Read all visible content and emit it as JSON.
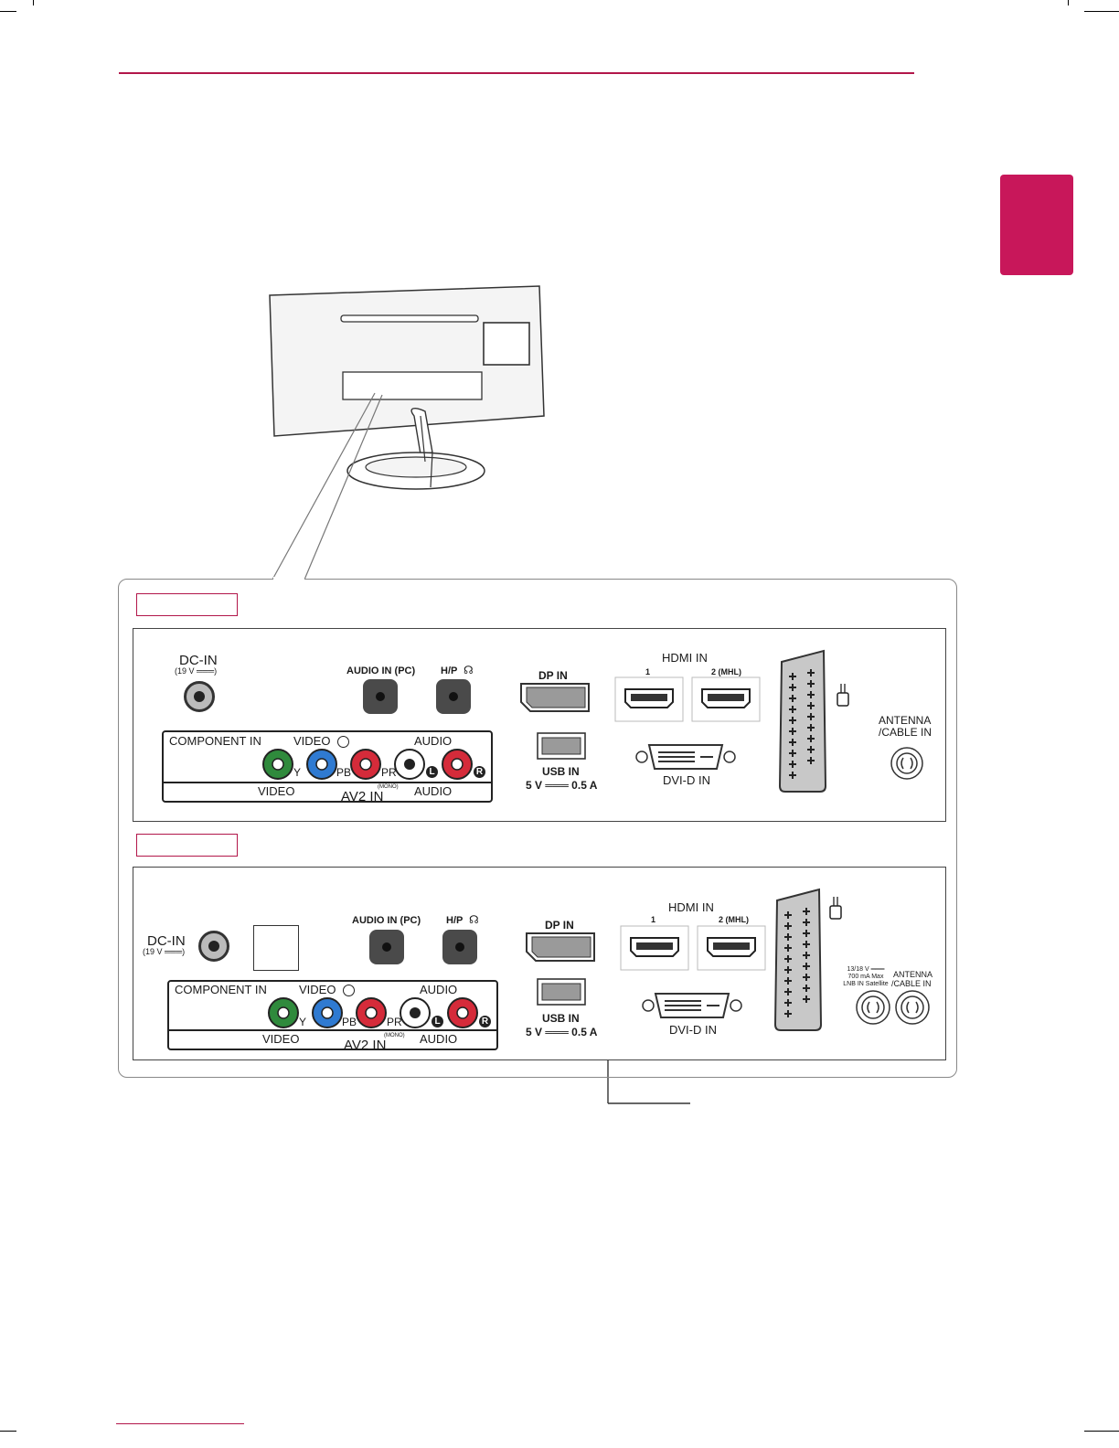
{
  "side_tab": {
    "color": "#c8175a"
  },
  "panel1": {
    "dc_in": "DC-IN",
    "dc_in_spec": "(19 V ═══)",
    "audio_in_pc": "AUDIO IN (PC)",
    "hp": "H/P",
    "dp_in": "DP IN",
    "usb_in": "USB IN",
    "usb_spec": "5 V ═══ 0.5 A",
    "hdmi_in": "HDMI IN",
    "hdmi_1": "1",
    "hdmi_2": "2 (MHL)",
    "dvi": "DVI-D IN",
    "antenna": [
      "ANTENNA",
      "/CABLE IN"
    ],
    "component_in": "COMPONENT IN",
    "video": "VIDEO",
    "audio": "AUDIO",
    "y": "Y",
    "pb": "PB",
    "pr": "PR",
    "l": "L",
    "r": "R",
    "video_bottom": "VIDEO",
    "av2in": "AV2 IN",
    "mono": "(MONO)",
    "audio_bottom": "AUDIO"
  },
  "panel2": {
    "dc_in": "DC-IN",
    "dc_in_spec": "(19 V ═══)",
    "audio_in_pc": "AUDIO IN (PC)",
    "hp": "H/P",
    "dp_in": "DP IN",
    "usb_in": "USB IN",
    "usb_spec": "5 V ═══ 0.5 A",
    "hdmi_in": "HDMI IN",
    "hdmi_1": "1",
    "hdmi_2": "2 (MHL)",
    "dvi": "DVI-D IN",
    "lnb": [
      "13/18 V ═══",
      "700 mA Max",
      "LNB IN Satellite"
    ],
    "antenna": [
      "ANTENNA",
      "/CABLE IN"
    ],
    "component_in": "COMPONENT IN",
    "video": "VIDEO",
    "audio": "AUDIO",
    "y": "Y",
    "pb": "PB",
    "pr": "PR",
    "l": "L",
    "r": "R",
    "video_bottom": "VIDEO",
    "av2in": "AV2 IN",
    "mono": "(MONO)",
    "audio_bottom": "AUDIO"
  }
}
